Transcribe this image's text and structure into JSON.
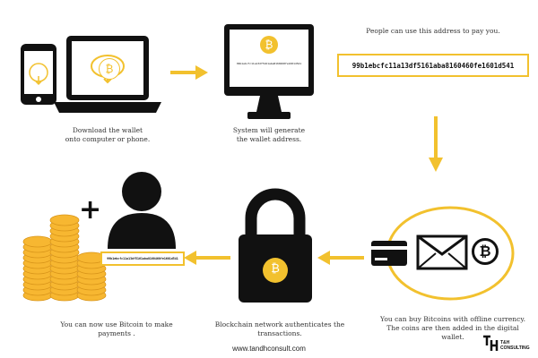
{
  "steps": {
    "download_caption": "Download the wallet\nonto computer or phone.",
    "generate_caption": "System  will generate\nthe wallet address.",
    "address_caption": "People can use this address to  pay you.",
    "buy_caption": "You can buy Bitcoins with offline currency.\nThe coins are then added in the digital wallet.",
    "authenticate_caption": "Blockchain network authenticates the transactions.",
    "use_caption": "You can now use Bitcoin to make payments ."
  },
  "wallet_address": "99b1ebcfc11a13df5161aba8160460fe1601d541",
  "bitcoin_symbol": "₿",
  "plus_sign": "+",
  "footer": {
    "url": "www.tandhconsult.com"
  },
  "brand": {
    "line1": "T&H",
    "line2": "CONSULTING"
  },
  "colors": {
    "accent": "#f2c12e",
    "dark": "#111111",
    "coin": "#f7b731"
  },
  "icons": [
    "phone-icon",
    "laptop-icon",
    "monitor-icon",
    "credit-card-icon",
    "envelope-icon",
    "bitcoin-icon",
    "padlock-icon",
    "user-icon",
    "coin-stack-icon",
    "arrow-icon"
  ]
}
